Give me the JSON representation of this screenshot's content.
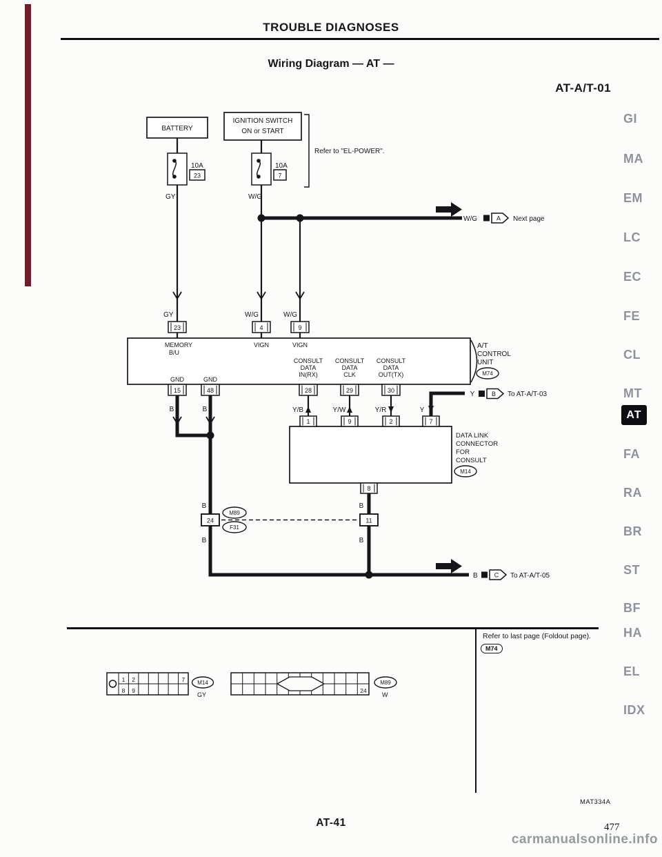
{
  "page": {
    "header": "TROUBLE DIAGNOSES",
    "subtitle": "Wiring Diagram — AT —",
    "diagram_id": "AT-A/T-01",
    "footer_code": "MAT334A",
    "page_label": "AT-41",
    "page_number": "477",
    "watermark": "carmanualsonline.info"
  },
  "side_index": {
    "items": [
      "GI",
      "MA",
      "EM",
      "LC",
      "EC",
      "FE",
      "CL",
      "MT",
      "AT",
      "FA",
      "RA",
      "BR",
      "ST",
      "BF",
      "HA",
      "EL",
      "IDX"
    ],
    "active": "AT"
  },
  "diagram": {
    "battery": "BATTERY",
    "ignition_line1": "IGNITION SWITCH",
    "ignition_line2": "ON or START",
    "refer_el_power": "Refer to \"EL-POWER\".",
    "fuse_left_amp": "10A",
    "fuse_left_pin": "23",
    "fuse_left_wire": "GY",
    "fuse_right_amp": "10A",
    "fuse_right_pin": "7",
    "fuse_right_wire": "W/G",
    "top_wire_label": "W/G",
    "next_page_connector": "A",
    "next_page_text": "Next page",
    "drop1_wire": "GY",
    "drop2_wire": "W/G",
    "drop3_wire": "W/G",
    "pin_23": "23",
    "pin_4": "4",
    "pin_9": "9",
    "memory_line1": "MEMORY",
    "memory_line2": "B/U",
    "vign_left": "VIGN",
    "vign_right": "VIGN",
    "consult_rx": [
      "CONSULT",
      "DATA",
      "IN(RX)"
    ],
    "consult_clk": [
      "CONSULT",
      "DATA",
      "CLK"
    ],
    "consult_tx": [
      "CONSULT",
      "DATA",
      "OUT(TX)"
    ],
    "gnd_left": "GND",
    "gnd_right": "GND",
    "unit_line1": "A/T",
    "unit_line2": "CONTROL",
    "unit_line3": "UNIT",
    "unit_connector": "M74",
    "pin_15": "15",
    "pin_48": "48",
    "pin_28": "28",
    "pin_29": "29",
    "pin_30": "30",
    "wire_b_15": "B",
    "wire_b_48": "B",
    "wire_yb": "Y/B",
    "wire_yw": "Y/W",
    "wire_yr": "Y/R",
    "wire_y_drop": "Y",
    "wire_y_branch": "Y",
    "at03_connector": "B",
    "at03_text": "To AT-A/T-03",
    "dlc_pin_1": "1",
    "dlc_pin_9": "9",
    "dlc_pin_2": "2",
    "dlc_pin_7": "7",
    "dlc_pin_8": "8",
    "dlc_line1": "DATA LINK",
    "dlc_line2": "CONNECTOR",
    "dlc_line3": "FOR",
    "dlc_line4": "CONSULT",
    "dlc_connector": "M14",
    "wire_b_above_24": "B",
    "wire_b_below_24": "B",
    "wire_b_above_11": "B",
    "wire_b_below_11": "B",
    "inline_pin_left": "24",
    "inline_pin_right": "11",
    "inline_conn_top": "M89",
    "inline_conn_bottom": "F31",
    "bottom_wire": "B",
    "at05_connector": "C",
    "at05_text": "To AT-A/T-05",
    "refer_foldout": "Refer to last page (Foldout page).",
    "refer_foldout_conn": "M74",
    "conn_left": {
      "cells_top": [
        "1",
        "2",
        "7"
      ],
      "cells_bottom": [
        "8",
        "9"
      ],
      "label": "M14",
      "wire_color": "GY"
    },
    "conn_right": {
      "pin": "24",
      "label": "M89",
      "wire_color": "W"
    }
  }
}
